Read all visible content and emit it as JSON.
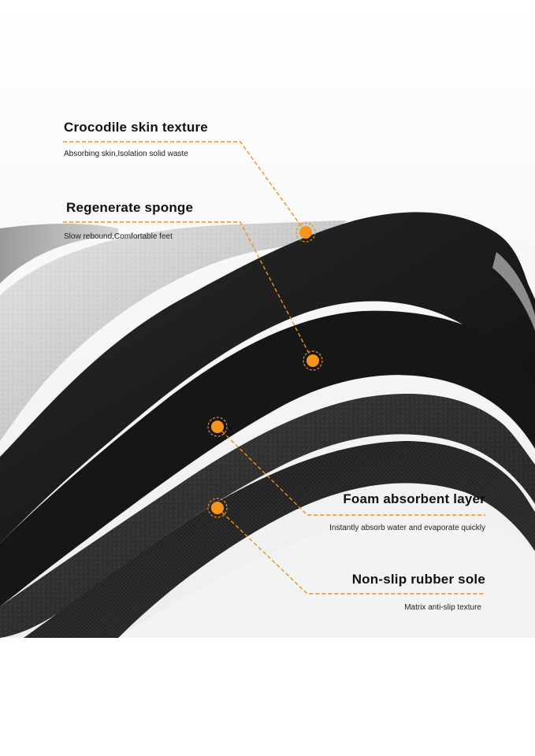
{
  "callouts": [
    {
      "id": "crocodile",
      "title": "Crocodile skin texture",
      "subtitle": "Absorbing skin,Isolation solid waste"
    },
    {
      "id": "sponge",
      "title": "Regenerate sponge",
      "subtitle": "Slow rebound,Comfortable feet"
    },
    {
      "id": "foam",
      "title": "Foam absorbent layer",
      "subtitle": "Instantly absorb water and evaporate quickly"
    },
    {
      "id": "rubber",
      "title": "Non-slip rubber sole",
      "subtitle": "Matrix anti-slip texture"
    }
  ],
  "colors": {
    "accent": "#f7941d",
    "dash": "#e6921e",
    "mat_top": "#1a1a1a",
    "fabric": "#cfcfcf"
  }
}
